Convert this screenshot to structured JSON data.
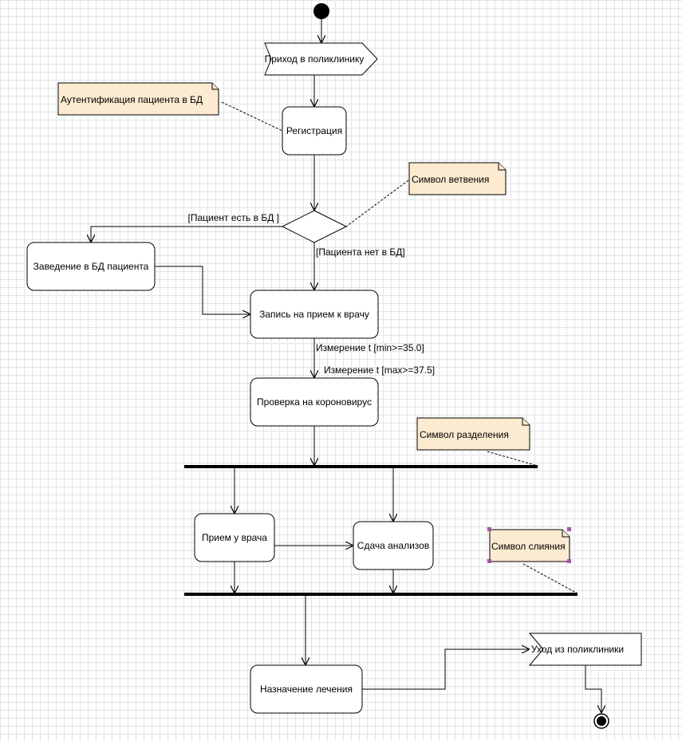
{
  "nodes": {
    "arrive": "Приход в поликлинику",
    "registration": "Регистрация",
    "add_patient": "Заведение в БД пациента",
    "appointment": "Запись на прием к врачу",
    "covid_check": "Проверка на короновирус",
    "doctor_visit": "Прием у врача",
    "tests": "Сдача анализов",
    "treatment": "Назначение лечения",
    "leave": "Уход из поликлиники"
  },
  "notes": {
    "auth": "Аутентификация пациента в БД",
    "branch": "Символ ветвения",
    "fork": "Символ разделения",
    "merge": "Символ слияния"
  },
  "guards": {
    "in_db": "[Пациент есть в БД ]",
    "not_in_db": "[Пациента нет в БД]",
    "t_min": "Измерение t [min>=35.0]",
    "t_max": "Измерение t [max>=37.5]"
  },
  "colors": {
    "note_fill": "#fcebd0",
    "grid": "#e4e4e4",
    "selection_handle": "#a757a8"
  }
}
